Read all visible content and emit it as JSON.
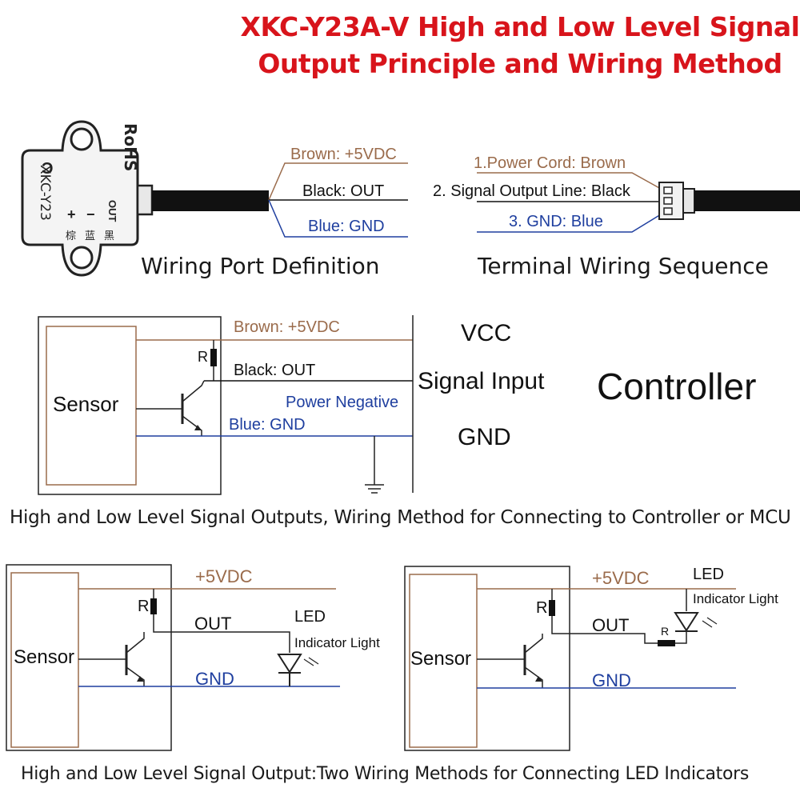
{
  "title": {
    "line1": "XKC-Y23A-V High and Low Level Signal",
    "line2": "Output Principle and Wiring Method"
  },
  "colors": {
    "title": "#d8141b",
    "brown_wire": "#9a6b4b",
    "blue_wire": "#1f3f9f",
    "black_wire": "#111111"
  },
  "sensor_body": {
    "rohs": "RoHS",
    "model": "XKC-Y23",
    "plus": "+",
    "minus": "−",
    "out": "OUT",
    "cn1": "棕",
    "cn2": "蓝",
    "cn3": "黑"
  },
  "wiring_port": {
    "brown": "Brown: +5VDC",
    "black": "Black:  OUT",
    "blue": "Blue: GND",
    "caption": "Wiring Port Definition"
  },
  "terminal": {
    "power": "1.Power Cord: Brown",
    "signal": "2. Signal Output Line: Black",
    "gnd": "3. GND: Blue",
    "caption": "Terminal Wiring Sequence"
  },
  "controller_circuit": {
    "sensor": "Sensor",
    "resistor": "R",
    "brown": "Brown: +5VDC",
    "black": "Black:  OUT",
    "power_negative": "Power Negative",
    "blue": "Blue: GND",
    "vcc": "VCC",
    "signal_input": "Signal Input",
    "gnd": "GND",
    "controller": "Controller",
    "caption": "High and Low Level Signal Outputs, Wiring Method for Connecting to Controller or MCU"
  },
  "led_left": {
    "sensor": "Sensor",
    "vdc": "+5VDC",
    "resistor": "R",
    "out": "OUT",
    "led": "LED",
    "indicator": "Indicator Light",
    "gnd": "GND"
  },
  "led_right": {
    "sensor": "Sensor",
    "vdc": "+5VDC",
    "resistor": "R",
    "out": "OUT",
    "led": "LED",
    "indicator": "Indicator Light",
    "series_resistor": "R",
    "gnd": "GND"
  },
  "bottom_caption": "High and Low Level Signal Output:Two Wiring Methods for Connecting LED Indicators"
}
